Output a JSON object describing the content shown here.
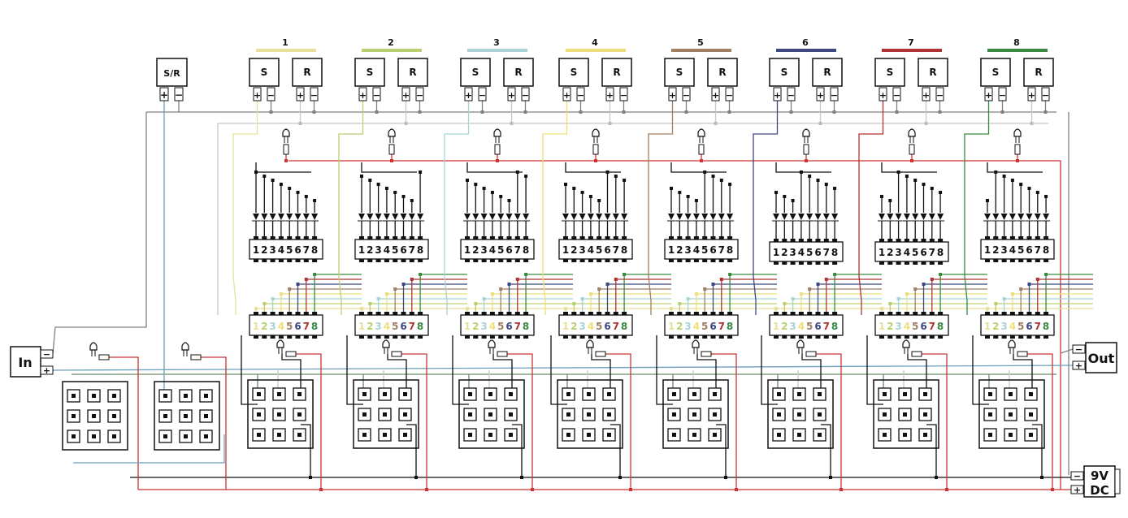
{
  "power_switch": {
    "label": "S/R",
    "plus": "+",
    "minus": "−"
  },
  "input": {
    "label": "In",
    "plus": "+",
    "minus": "−"
  },
  "output": {
    "label": "Out",
    "plus": "+",
    "minus": "−"
  },
  "supply": {
    "label_line1": "9V",
    "label_line2": "DC",
    "plus": "+",
    "minus": "−"
  },
  "channels": [
    {
      "number": "1",
      "set_label": "S",
      "reset_label": "R",
      "color": "#e6e09a"
    },
    {
      "number": "2",
      "set_label": "S",
      "reset_label": "R",
      "color": "#b9d070"
    },
    {
      "number": "3",
      "set_label": "S",
      "reset_label": "R",
      "color": "#a9d3d6"
    },
    {
      "number": "4",
      "set_label": "S",
      "reset_label": "R",
      "color": "#efdf7a"
    },
    {
      "number": "5",
      "set_label": "S",
      "reset_label": "R",
      "color": "#a07f62"
    },
    {
      "number": "6",
      "set_label": "S",
      "reset_label": "R",
      "color": "#3f4780"
    },
    {
      "number": "7",
      "set_label": "S",
      "reset_label": "R",
      "color": "#b03232"
    },
    {
      "number": "8",
      "set_label": "S",
      "reset_label": "R",
      "color": "#3a8a42"
    }
  ],
  "chip_pins": [
    "1",
    "2",
    "3",
    "4",
    "5",
    "6",
    "7",
    "8"
  ],
  "wire_colors": {
    "ground": "#808080",
    "positive": "#c8c8c8",
    "supply": "#cc3333",
    "signal": "#111111",
    "input": "#6aa0b8",
    "return": "#6a8a6a"
  }
}
